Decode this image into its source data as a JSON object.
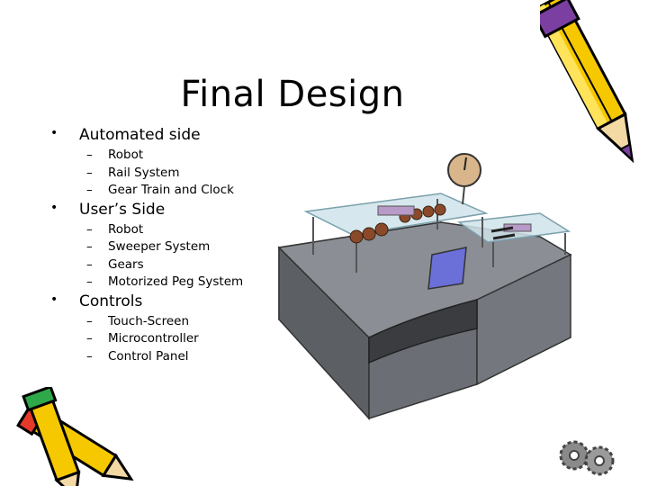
{
  "slide": {
    "title": "Final Design",
    "bullets": [
      {
        "label": "Automated side",
        "items": [
          "Robot",
          "Rail System",
          "Gear Train and Clock"
        ]
      },
      {
        "label": "User’s Side",
        "items": [
          "Robot",
          "Sweeper System",
          "Gears",
          "Motorized Peg System"
        ]
      },
      {
        "label": "Controls",
        "items": [
          "Touch-Screen",
          "Microcontroller",
          "Control Panel"
        ]
      }
    ],
    "bullet_glyph": "•",
    "sub_glyph": "–"
  },
  "icons": [
    "pencil-clipart-icon",
    "pencils-clipart-icon",
    "gears-clipart-icon",
    "machine-illustration"
  ],
  "colors": {
    "pencil_yellow": "#f5c800",
    "pencil_tip": "#7a3fa0",
    "body_gray": "#6f7278",
    "glass": "#cfe3ea",
    "screen": "#6b6fd8"
  }
}
